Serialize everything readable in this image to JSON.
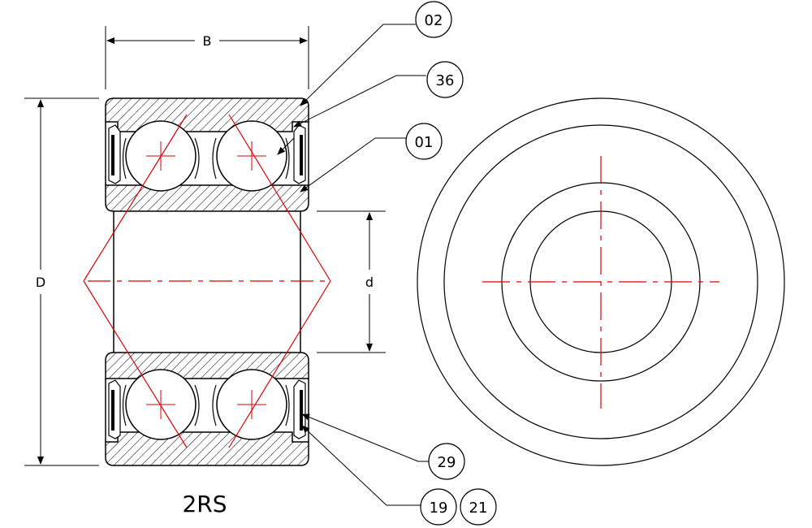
{
  "dimensions": {
    "width_label": "B",
    "outer_diameter_label": "D",
    "bore_diameter_label": "d"
  },
  "callouts": [
    {
      "id": "02"
    },
    {
      "id": "36"
    },
    {
      "id": "01"
    },
    {
      "id": "29"
    },
    {
      "id": "19"
    },
    {
      "id": "21"
    }
  ],
  "caption": "2RS",
  "colors": {
    "outline": "#000000",
    "centerline": "#e00000",
    "background": "#ffffff"
  }
}
